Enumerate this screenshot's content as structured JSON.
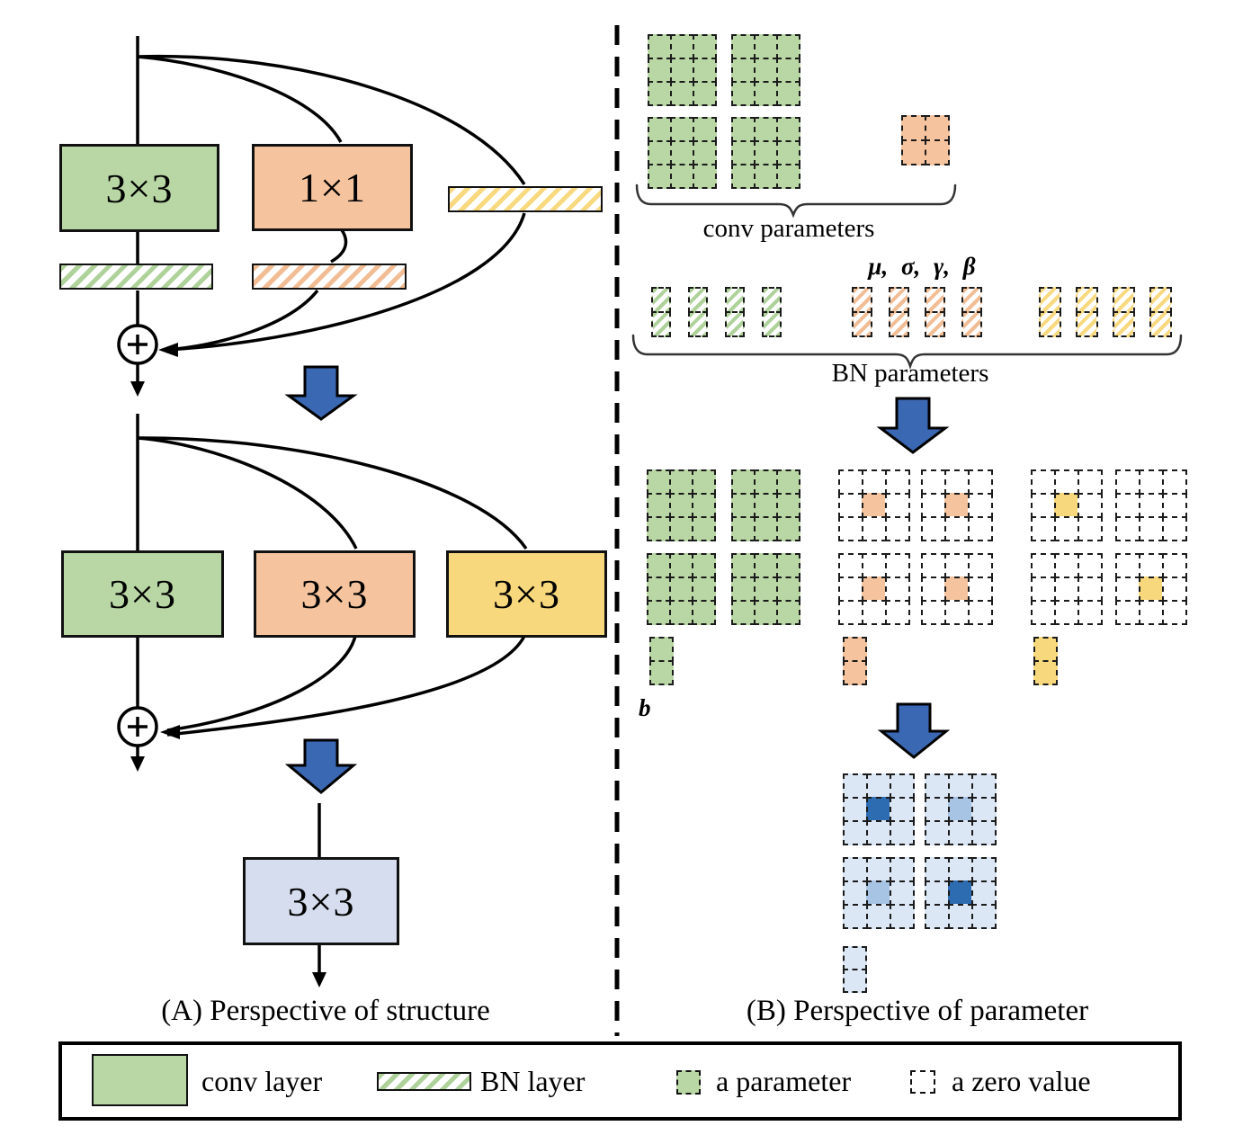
{
  "panel_a": {
    "caption": "(A) Perspective of structure",
    "top_block": {
      "conv3_label": "3×3",
      "conv1_label": "1×1"
    },
    "mid_block": {
      "conv_a_label": "3×3",
      "conv_b_label": "3×3",
      "conv_c_label": "3×3"
    },
    "result_label": "3×3",
    "plus_label": "+"
  },
  "panel_b": {
    "caption": "(B) Perspective of parameter",
    "conv_params_label": "conv parameters",
    "bn_stats_label": "μ,  σ,  γ,  β",
    "bn_params_label": "BN parameters",
    "bias_label": "b"
  },
  "legend": {
    "conv_layer_label": "conv layer",
    "bn_layer_label": "BN layer",
    "a_parameter_label": "a parameter",
    "a_zero_value_label": "a zero value"
  },
  "colors": {
    "green": "#b9d7a5",
    "green_stripe": "#aed29a",
    "orange": "#f5c49e",
    "orange_stripe": "#f2bd94",
    "yellow": "#f8d87c",
    "yellow_stripe": "#f8d97f",
    "blue_box": "#d5ddee",
    "light_blue": "#dbe7f5",
    "mid_blue": "#a7c4e5",
    "dark_blue": "#2e6cb2",
    "arrow_blue": "#3b68b2",
    "white": "#ffffff"
  },
  "grids": {
    "kernel_green": {
      "cols": 3,
      "rows": 3,
      "cw": 27,
      "ch": 28,
      "cells": [
        "g",
        "g",
        "g",
        "g",
        "g",
        "g",
        "g",
        "g",
        "g"
      ]
    },
    "kernel_1x1_orange": {
      "cols": 2,
      "rows": 2,
      "cw": 28,
      "ch": 29,
      "cells": [
        "o",
        "o",
        "o",
        "o"
      ]
    },
    "kernel_zero": {
      "cols": 3,
      "rows": 3,
      "cw": 28,
      "ch": 28,
      "cells": [
        "w",
        "w",
        "w",
        "w",
        "w",
        "w",
        "w",
        "w",
        "w"
      ]
    },
    "kernel_center_orange": {
      "cols": 3,
      "rows": 3,
      "cw": 28,
      "ch": 28,
      "cells": [
        "w",
        "w",
        "w",
        "w",
        "o",
        "w",
        "w",
        "w",
        "w"
      ]
    },
    "kernel_center_yellow": {
      "cols": 3,
      "rows": 3,
      "cw": 28,
      "ch": 28,
      "cells": [
        "w",
        "w",
        "w",
        "w",
        "y",
        "w",
        "w",
        "w",
        "w"
      ]
    },
    "result_center_dark": {
      "cols": 3,
      "rows": 3,
      "cw": 28,
      "ch": 28,
      "cells": [
        "lb",
        "lb",
        "lb",
        "lb",
        "db",
        "lb",
        "lb",
        "lb",
        "lb"
      ]
    },
    "result_center_mid": {
      "cols": 3,
      "rows": 3,
      "cw": 28,
      "ch": 28,
      "cells": [
        "lb",
        "lb",
        "lb",
        "lb",
        "mb",
        "lb",
        "lb",
        "lb",
        "lb"
      ]
    },
    "bn_vec_green": {
      "cols": 1,
      "rows": 2,
      "cw": 22,
      "ch": 29,
      "cells": [
        "gh",
        "gh"
      ]
    },
    "bn_vec_orange": {
      "cols": 1,
      "rows": 2,
      "cw": 23,
      "ch": 29,
      "cells": [
        "oh",
        "oh"
      ]
    },
    "bn_vec_yellow": {
      "cols": 1,
      "rows": 2,
      "cw": 25,
      "ch": 29,
      "cells": [
        "yh",
        "yh"
      ]
    },
    "bias_green": {
      "cols": 1,
      "rows": 2,
      "cw": 27,
      "ch": 28,
      "cells": [
        "g",
        "g"
      ]
    },
    "bias_orange": {
      "cols": 1,
      "rows": 2,
      "cw": 27,
      "ch": 28,
      "cells": [
        "o",
        "o"
      ]
    },
    "bias_yellow": {
      "cols": 1,
      "rows": 2,
      "cw": 27,
      "ch": 28,
      "cells": [
        "y",
        "y"
      ]
    },
    "bias_blue": {
      "cols": 1,
      "rows": 2,
      "cw": 27,
      "ch": 27,
      "cells": [
        "lb",
        "lb"
      ]
    }
  },
  "cell_types": {
    "g": "green",
    "o": "orange",
    "y": "yellow",
    "w": "white",
    "lb": "light_blue",
    "mb": "mid_blue",
    "db": "dark_blue",
    "gh": "green_hatch",
    "oh": "orange_hatch",
    "yh": "yellow_hatch"
  }
}
